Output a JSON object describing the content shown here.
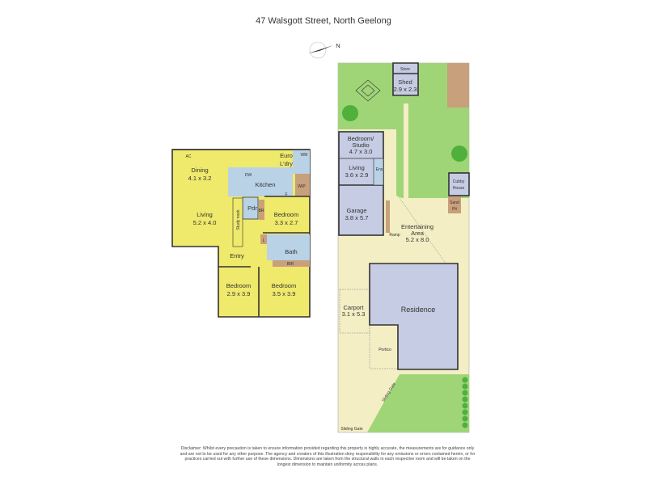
{
  "title": "47 Walsgott Street, North Geelong",
  "north_label": "N",
  "floor_plan": {
    "rooms": [
      {
        "name": "Dining",
        "size": "4.1 x 3.2"
      },
      {
        "name": "Living",
        "size": "5.2 x 4.0"
      },
      {
        "name": "Kitchen"
      },
      {
        "name": "Euro",
        "name2": "L'dry"
      },
      {
        "name": "Bedroom",
        "size": "3.3 x 2.7"
      },
      {
        "name": "Pdr"
      },
      {
        "name": "Bath"
      },
      {
        "name": "Entry"
      },
      {
        "name": "Bedroom",
        "size": "2.9 x 3.9"
      },
      {
        "name": "Bedroom",
        "size": "3.5 x 3.9"
      }
    ],
    "labels": {
      "ac": "AC",
      "dw": "DW",
      "wm": "WM",
      "wip": "WIP",
      "br": "BR",
      "f": "F",
      "l": "L",
      "bir": "BIR",
      "study_nook": "Study nook"
    }
  },
  "site_plan": {
    "store": "Store",
    "shed": {
      "name": "Shed",
      "size": "2.9 x 2.3"
    },
    "studio": {
      "name": "Bedroom/",
      "name2": "Studio",
      "size": "4.7 x 3.0"
    },
    "living": {
      "name": "Living",
      "size": "3.6 x 2.9"
    },
    "ens": "Ens",
    "garage": {
      "name": "Garage",
      "size": "3.8 x 5.7"
    },
    "cubby": {
      "name": "Cubby",
      "name2": "House"
    },
    "sandpit": {
      "name": "Sand",
      "name2": "Pit"
    },
    "entertaining": {
      "name": "Entertaining",
      "name2": "Area",
      "size": "5.2 x 8.0"
    },
    "ramp": "Ramp",
    "residence": "Residence",
    "carport": {
      "name": "Carport",
      "size": "3.1 x 5.3"
    },
    "portico": "Portico",
    "sliding_gate_1": "Sliding Gate",
    "sliding_gate_2": "Sliding Gate"
  },
  "disclaimer": "Disclaimer: Whilst every precaution is taken to ensure information provided regarding this property is highly accurate, the measurements are for guidance only and are not to be used for any other purpose. The agency and creators of this illustration deny responsibility for any omissions or errors contained herein, or for practices carried out with further use of these dimensions. Dimensions are taken from the structural walls in each respective room and will be taken on the longest dimension to maintain uniformity across plans.",
  "colors": {
    "room": "#efe96c",
    "wet": "#b9d2e6",
    "joinery": "#c9a07c",
    "lawn": "#9fd577",
    "paving": "#f3eec4",
    "building": "#c6cce3"
  }
}
